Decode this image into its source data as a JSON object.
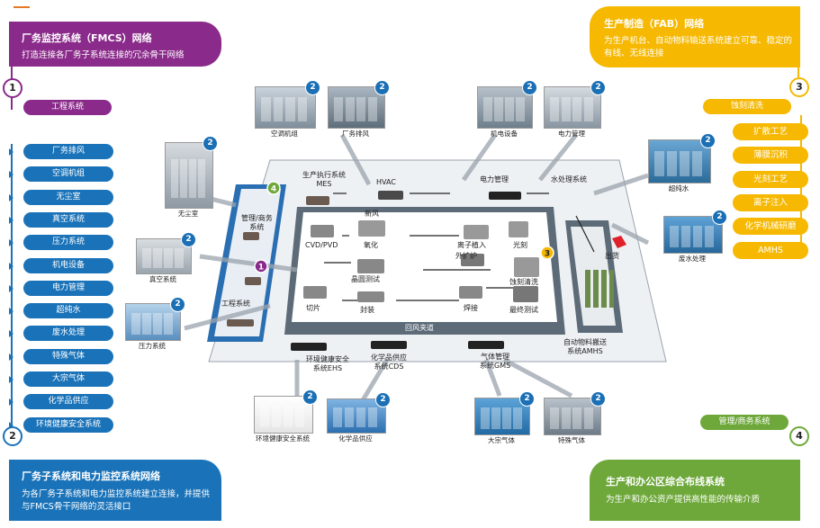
{
  "panels": {
    "p1": {
      "num": "1",
      "title": "厂务监控系统（FMCS）网络",
      "sub": "打造连接各厂务子系统连接的冗余骨干网络",
      "tag": "工程系统",
      "color": "#8a2a8a"
    },
    "p2": {
      "num": "2",
      "title": "厂务子系统和电力监控系统网络",
      "sub1": "为各厂务子系统和电力监控系统建立连接，并提供",
      "sub2": "与FMCS骨干网络的灵活接口",
      "color": "#1a73b9"
    },
    "p3": {
      "num": "3",
      "title": "生产制造（FAB）网络",
      "sub1": "为生产机台、自动物料输送系统建立可靠、稳定的",
      "sub2": "有线、无线连接",
      "tag": "蚀刻清洗",
      "color": "#f6b800"
    },
    "p4": {
      "num": "4",
      "title": "生产和办公区综合布线系统",
      "sub": "为生产和办公资产提供高性能的传输介质",
      "tag": "管理/商务系统",
      "color": "#6ea83a"
    }
  },
  "left_list": [
    "厂务排风",
    "空调机组",
    "无尘室",
    "真空系统",
    "压力系统",
    "机电设备",
    "电力管理",
    "超纯水",
    "废水处理",
    "特殊气体",
    "大宗气体",
    "化学品供应",
    "环境健康安全系统"
  ],
  "right_list": [
    "扩散工艺",
    "薄膜沉积",
    "光刻工艺",
    "离子注入",
    "化学机械研磨",
    "AMHS"
  ],
  "photos": {
    "ac": "空调机组",
    "exhaust": "厂务排风",
    "mech": "机电设备",
    "power": "电力管理",
    "cleanroom": "无尘室",
    "vacuum": "真空系统",
    "pressure": "压力系统",
    "upw": "超纯水",
    "waste": "废水处理",
    "ehs": "环境健康安全系统",
    "chem": "化学品供应",
    "bulk": "大宗气体",
    "special": "特殊气体"
  },
  "badge_value": "2",
  "diagram": {
    "mes": "生产执行系统\nMES",
    "hvac": "HVAC",
    "power": "电力管理",
    "water": "水处理系统",
    "mgmt": "管理/商务\n系统",
    "eng": "工程系统",
    "fresh": "新风",
    "cvd": "CVD/PVD",
    "oxide": "氧化",
    "ion": "离子植入",
    "litho": "光刻",
    "furnace": "外扩炉",
    "wafertest": "晶圆测试",
    "etch": "蚀刻清洗",
    "slice": "切片",
    "pack": "封装",
    "weld": "焊接",
    "final": "最终测试",
    "corridor": "回风夹道",
    "outlet": "出货",
    "amhs": "自动物料搬送\n系统AMHS",
    "ehs": "环境健康安全\n系统EHS",
    "cds": "化学品供应\n系统CDS",
    "gms": "气体管理\n系统GMS"
  }
}
